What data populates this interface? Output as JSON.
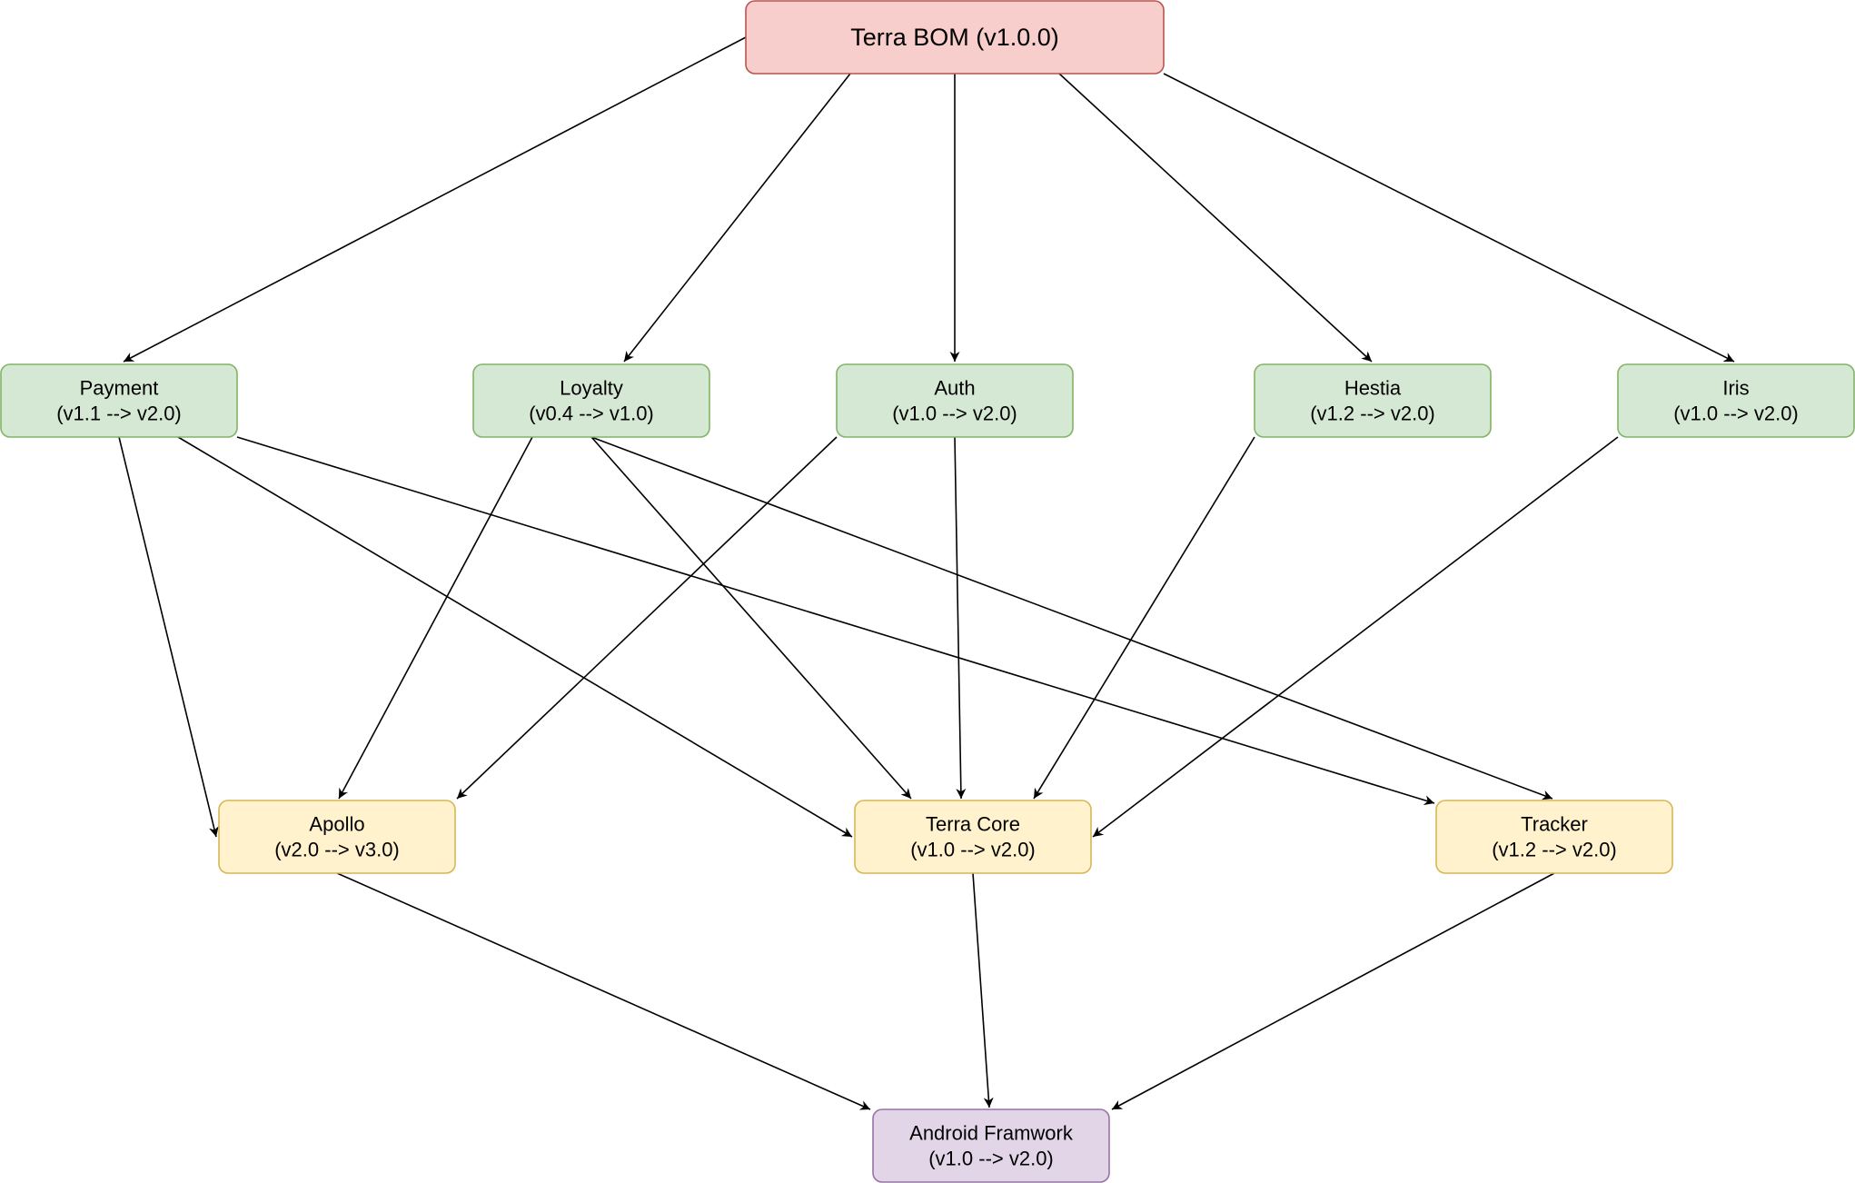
{
  "styles": {
    "root": {
      "fill": "#f8cecc",
      "stroke": "#b85450"
    },
    "module": {
      "fill": "#d5e8d4",
      "stroke": "#82b366"
    },
    "lib": {
      "fill": "#fff2cc",
      "stroke": "#d6b656"
    },
    "base": {
      "fill": "#e1d5e7",
      "stroke": "#9673a6"
    }
  },
  "nodes": [
    {
      "id": "bom",
      "style": "root",
      "lines": [
        "Terra BOM (v1.0.0)"
      ]
    },
    {
      "id": "payment",
      "style": "module",
      "lines": [
        "Payment",
        "(v1.1 --> v2.0)"
      ]
    },
    {
      "id": "loyalty",
      "style": "module",
      "lines": [
        "Loyalty",
        "(v0.4 --> v1.0)"
      ]
    },
    {
      "id": "auth",
      "style": "module",
      "lines": [
        "Auth",
        "(v1.0 --> v2.0)"
      ]
    },
    {
      "id": "hestia",
      "style": "module",
      "lines": [
        "Hestia",
        "(v1.2 --> v2.0)"
      ]
    },
    {
      "id": "iris",
      "style": "module",
      "lines": [
        "Iris",
        "(v1.0 --> v2.0)"
      ]
    },
    {
      "id": "apollo",
      "style": "lib",
      "lines": [
        "Apollo",
        "(v2.0 --> v3.0)"
      ]
    },
    {
      "id": "terracore",
      "style": "lib",
      "lines": [
        "Terra Core",
        "(v1.0 --> v2.0)"
      ]
    },
    {
      "id": "tracker",
      "style": "lib",
      "lines": [
        "Tracker",
        "(v1.2 --> v2.0)"
      ]
    },
    {
      "id": "android",
      "style": "base",
      "lines": [
        "Android Framwork",
        "(v1.0 --> v2.0)"
      ]
    }
  ],
  "edges": [
    {
      "from": "bom",
      "to": "payment"
    },
    {
      "from": "bom",
      "to": "loyalty"
    },
    {
      "from": "bom",
      "to": "auth"
    },
    {
      "from": "bom",
      "to": "hestia"
    },
    {
      "from": "bom",
      "to": "iris"
    },
    {
      "from": "payment",
      "to": "apollo"
    },
    {
      "from": "payment",
      "to": "terracore"
    },
    {
      "from": "payment",
      "to": "tracker"
    },
    {
      "from": "loyalty",
      "to": "apollo"
    },
    {
      "from": "loyalty",
      "to": "terracore"
    },
    {
      "from": "loyalty",
      "to": "tracker"
    },
    {
      "from": "auth",
      "to": "apollo"
    },
    {
      "from": "auth",
      "to": "terracore"
    },
    {
      "from": "hestia",
      "to": "terracore"
    },
    {
      "from": "iris",
      "to": "terracore"
    },
    {
      "from": "apollo",
      "to": "android"
    },
    {
      "from": "terracore",
      "to": "android"
    },
    {
      "from": "tracker",
      "to": "android"
    }
  ]
}
